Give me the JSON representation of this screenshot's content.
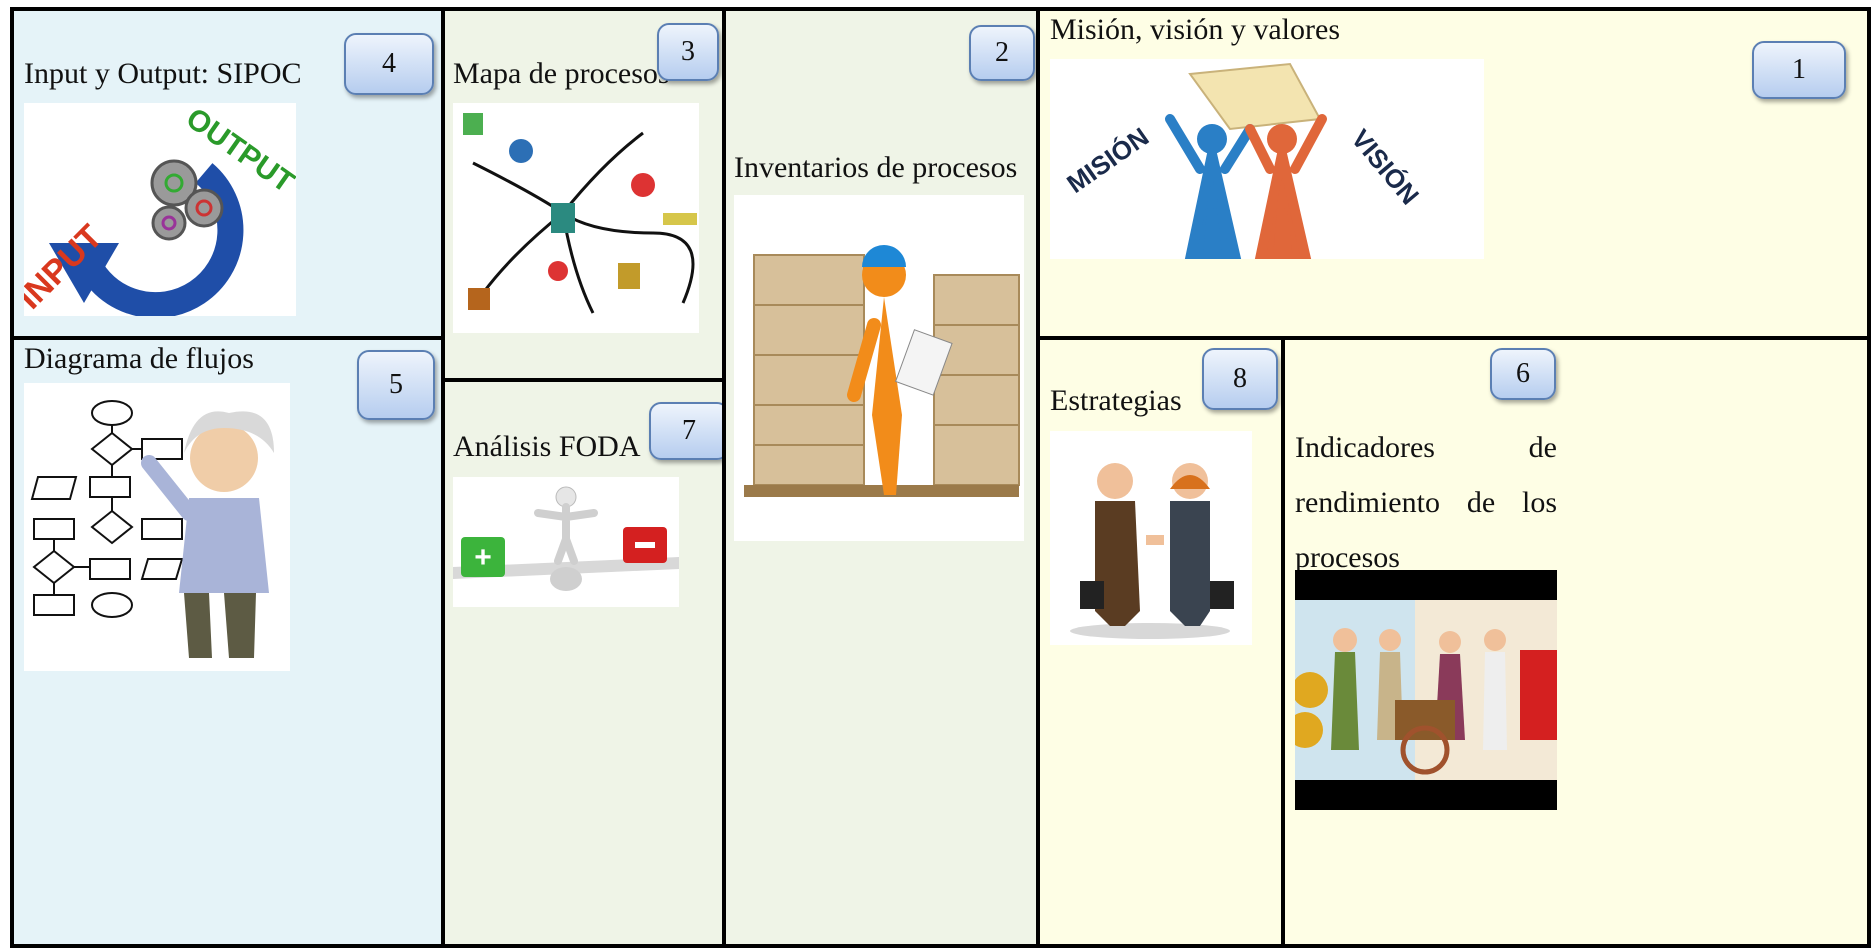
{
  "cells": {
    "sipoc": {
      "number": "4",
      "title": "Input y Output: SIPOC",
      "image_words": [
        "INPUT",
        "OUTPUT"
      ],
      "image": "input-output-gears-illustration"
    },
    "map": {
      "number": "3",
      "title": "Mapa de procesos",
      "image": "process-map-illustration"
    },
    "inventory": {
      "number": "2",
      "title": "Inventarios de procesos",
      "image": "warehouse-worker-boxes-illustration"
    },
    "mission": {
      "number": "1",
      "title": "Misión,  visión y valores",
      "image_words": [
        "MISIÓN",
        "VISIÓN"
      ],
      "image": "mission-vision-figures-illustration"
    },
    "flow": {
      "number": "5",
      "title": "Diagrama de flujos",
      "image": "flowchart-einstein-illustration"
    },
    "foda": {
      "number": "7",
      "title": "Análisis FODA",
      "image": "balance-plus-minus-illustration"
    },
    "strategy": {
      "number": "8",
      "title": "Estrategias",
      "image": "business-handshake-illustration"
    },
    "indicators": {
      "number": "6",
      "title_words": [
        [
          "Indicadores",
          "de"
        ],
        [
          "rendimiento",
          "de",
          "los"
        ],
        [
          "procesos"
        ]
      ],
      "image": "market-vendors-illustration"
    }
  },
  "colors": {
    "blue_panel": "#e5f3f8",
    "green_panel": "#eff4e7",
    "yellow_panel": "#fefee5",
    "badge_border": "#5b7fb3"
  }
}
